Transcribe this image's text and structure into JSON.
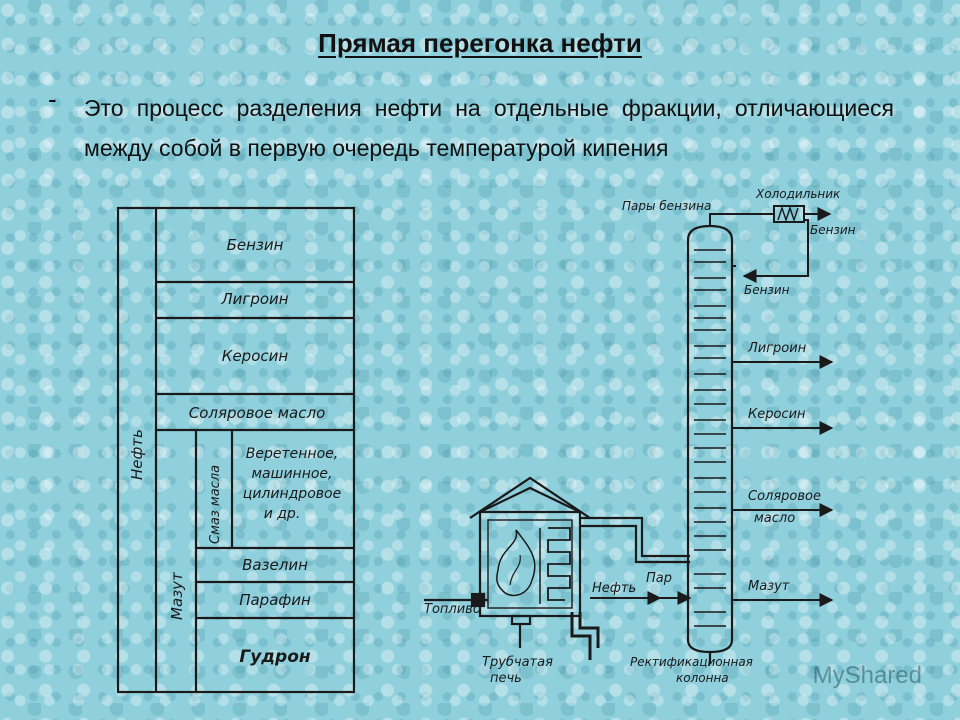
{
  "slide": {
    "title": "Прямая перегонка нефти",
    "bullet": "-",
    "definition": "Это процесс разделения нефти на отдельные фракции, отличающиеся между собой в первую очередь температурой кипения"
  },
  "fraction_table": {
    "oil_label": "Нефть",
    "mazut_label": "Мазут",
    "lubricant_label": "Смаз масла",
    "fractions": [
      "Бензин",
      "Лигроин",
      "Керосин",
      "Соляровое масло"
    ],
    "oils_detail": [
      "Веретенное,",
      "машинное,",
      "цилиндровое",
      "и др."
    ],
    "vaseline": "Вазелин",
    "paraffin": "Парафин",
    "tar": "Гудрон"
  },
  "plant_scheme": {
    "gasoline_vapors": "Пары бензина",
    "condenser": "Холодильник",
    "condenser_out": "Бензин",
    "gasoline": "Бензин",
    "ligroin": "Лигроин",
    "kerosene": "Керосин",
    "solar_oil": [
      "Соляровое",
      "масло"
    ],
    "fuel_oil": "Мазут",
    "steam": "Пар",
    "crude_in": "Нефть",
    "fuel": "Топливо",
    "furnace": [
      "Трубчатая",
      "печь"
    ],
    "column": [
      "Ректификационная",
      "колонна"
    ]
  },
  "watermark": "MyShared",
  "colors": {
    "ink": "#1a1a1a",
    "background": "#8fd0dc"
  }
}
